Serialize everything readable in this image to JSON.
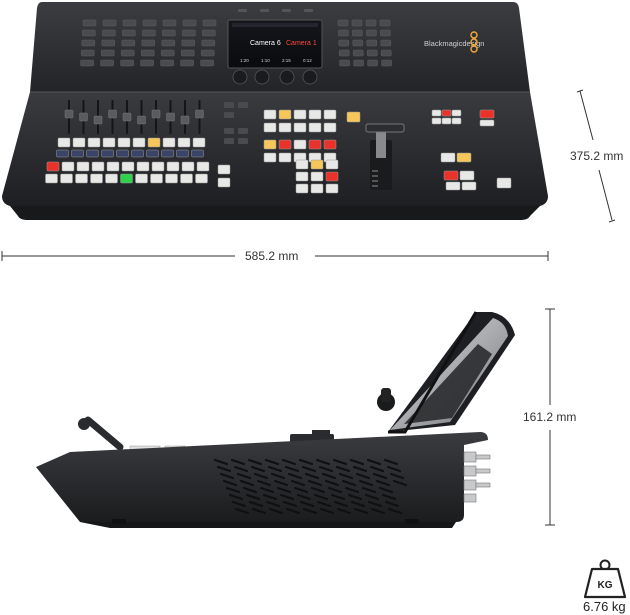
{
  "product": {
    "brand": "Blackmagicdesign",
    "lcd": {
      "preview_label": "Camera 6",
      "program_label": "Camera 1",
      "times": [
        "1:20",
        "1:10",
        "2:15",
        "0:12"
      ]
    }
  },
  "dimensions": {
    "width": "585.2 mm",
    "depth": "375.2 mm",
    "height": "161.2 mm",
    "weight": "6.76 kg",
    "weight_icon_label": "KG"
  },
  "colors": {
    "panel_dark": "#2a2b2e",
    "panel_mid": "#3a3b3f",
    "key_white": "#e8e8e6",
    "key_red": "#e8322a",
    "key_amber": "#f5c65a",
    "key_green": "#2fd24a",
    "lcd_blue": "#1f4fa8"
  }
}
